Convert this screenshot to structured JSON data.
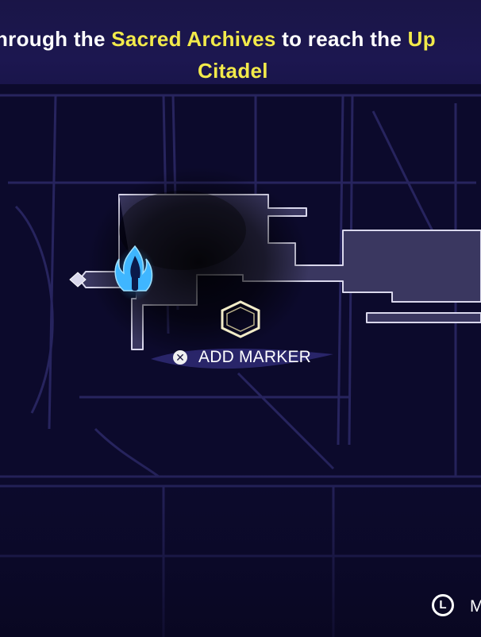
{
  "objective": {
    "line1": {
      "t1": "hrough the ",
      "h1": "Sacred Archives",
      "t2": " to reach the ",
      "h2": "Up"
    },
    "line2": "Citadel"
  },
  "map_marker_prompt": {
    "button_glyph": "✕",
    "label": "ADD MARKER"
  },
  "map_button_prompt": {
    "button_glyph": "L",
    "label": "M"
  },
  "icons": {
    "player": "blue-flame-player-icon",
    "waypoint": "hexagon-marker-icon",
    "fast_travel": "diamond-waypoint-icon"
  },
  "colors": {
    "background": "#0c0a2c",
    "banner": "#1c1750",
    "highlight": "#f2ea4a",
    "room_fill": "#3a3760",
    "room_border": "#d9d7ec",
    "flame": "#3fb6ff",
    "marker": "#f2ecc8"
  }
}
